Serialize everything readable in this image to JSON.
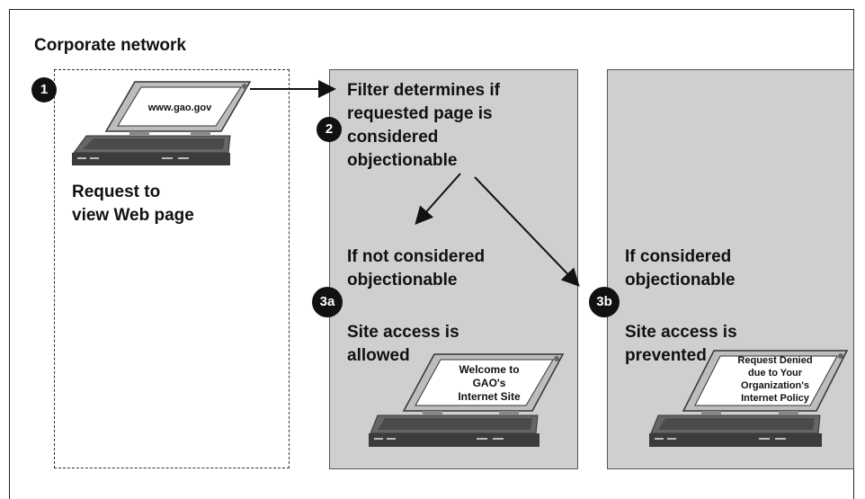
{
  "title": "Corporate network",
  "steps": {
    "s1": "1",
    "s2": "2",
    "s3a": "3a",
    "s3b": "3b"
  },
  "request_label": "Request to\nview Web page",
  "url_on_screen": "www.gao.gov",
  "filter_text": "Filter determines if\nrequested page is\nconsidered\nobjectionable",
  "not_objectionable": "If not considered\nobjectionable",
  "allowed": "Site access is\nallowed",
  "objectionable": "If considered\nobjectionable",
  "prevented": "Site access is\nprevented",
  "welcome_screen": "Welcome to\nGAO's\nInternet Site",
  "denied_screen": "Request Denied\ndue to Your\nOrganization's\nInternet Policy"
}
